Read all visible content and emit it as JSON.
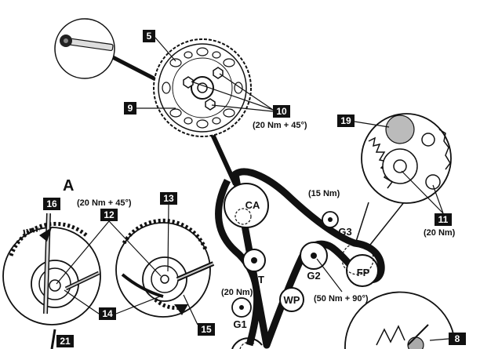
{
  "figure": {
    "panel_letter": "A",
    "pulleys": {
      "ca": "CA",
      "fp": "FP",
      "wp": "WP",
      "g1": "G1",
      "g2": "G2",
      "g3": "G3",
      "t": "T"
    },
    "callouts": {
      "c5": "5",
      "c8": "8",
      "c9": "9",
      "c10": "10",
      "c11": "11",
      "c12": "12",
      "c13": "13",
      "c14": "14",
      "c15": "15",
      "c16": "16",
      "c19": "19",
      "c21": "21"
    },
    "torques": {
      "t10": "(20 Nm + 45°)",
      "t12": "(20 Nm + 45°)",
      "g3": "(15 Nm)",
      "t11": "(20 Nm)",
      "g1": "(20 Nm)",
      "g2": "(50 Nm + 90°)"
    }
  }
}
